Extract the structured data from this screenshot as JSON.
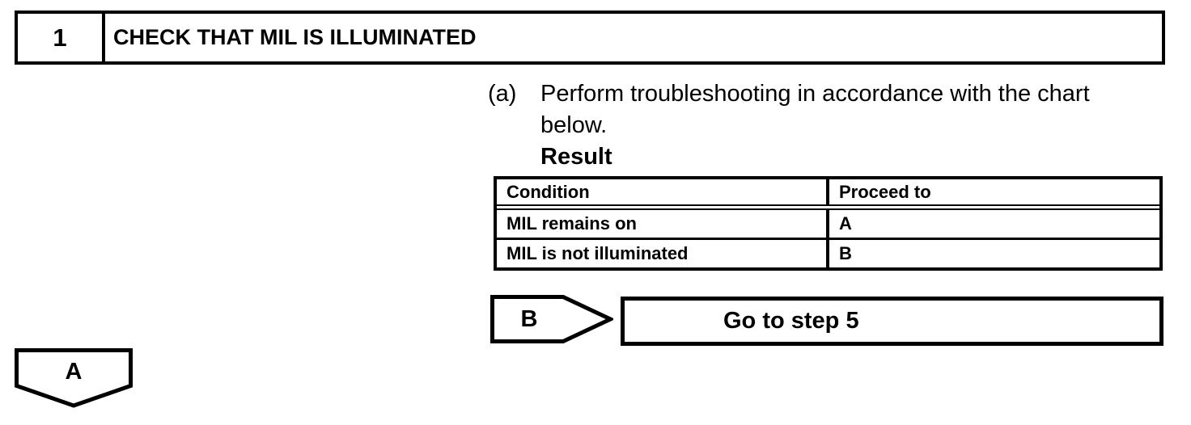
{
  "colors": {
    "ink": "#000000",
    "paper": "#ffffff"
  },
  "step_header": {
    "number": "1",
    "title": "CHECK THAT MIL IS ILLUMINATED"
  },
  "instruction": {
    "marker": "(a)",
    "line1": "Perform troubleshooting in accordance with the chart",
    "line2": "below.",
    "result_label": "Result"
  },
  "chart_data": {
    "type": "table",
    "title": "Result",
    "columns": [
      "Condition",
      "Proceed to"
    ],
    "rows": [
      [
        "MIL remains on",
        "A"
      ],
      [
        "MIL is not illuminated",
        "B"
      ]
    ]
  },
  "connectors": {
    "b": {
      "label": "B",
      "action": "Go to step 5"
    },
    "a": {
      "label": "A"
    }
  }
}
